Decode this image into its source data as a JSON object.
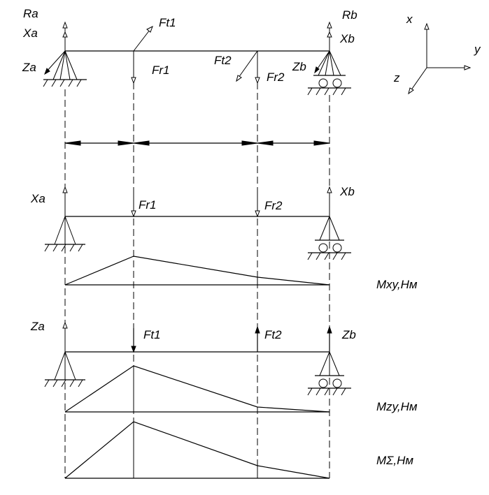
{
  "labels": {
    "ra": "Ra",
    "xa": "Xa",
    "za": "Za",
    "rb": "Rb",
    "xb": "Xb",
    "zb": "Zb",
    "ft1": "Ft1",
    "ft2": "Ft2",
    "fr1": "Fr1",
    "fr2": "Fr2"
  },
  "axes": {
    "x": "x",
    "y": "y",
    "z": "z"
  },
  "moment_labels": {
    "mxy": "Mxy,Нм",
    "mzy": "Mzy,Нм",
    "msum": "MΣ,Нм"
  }
}
